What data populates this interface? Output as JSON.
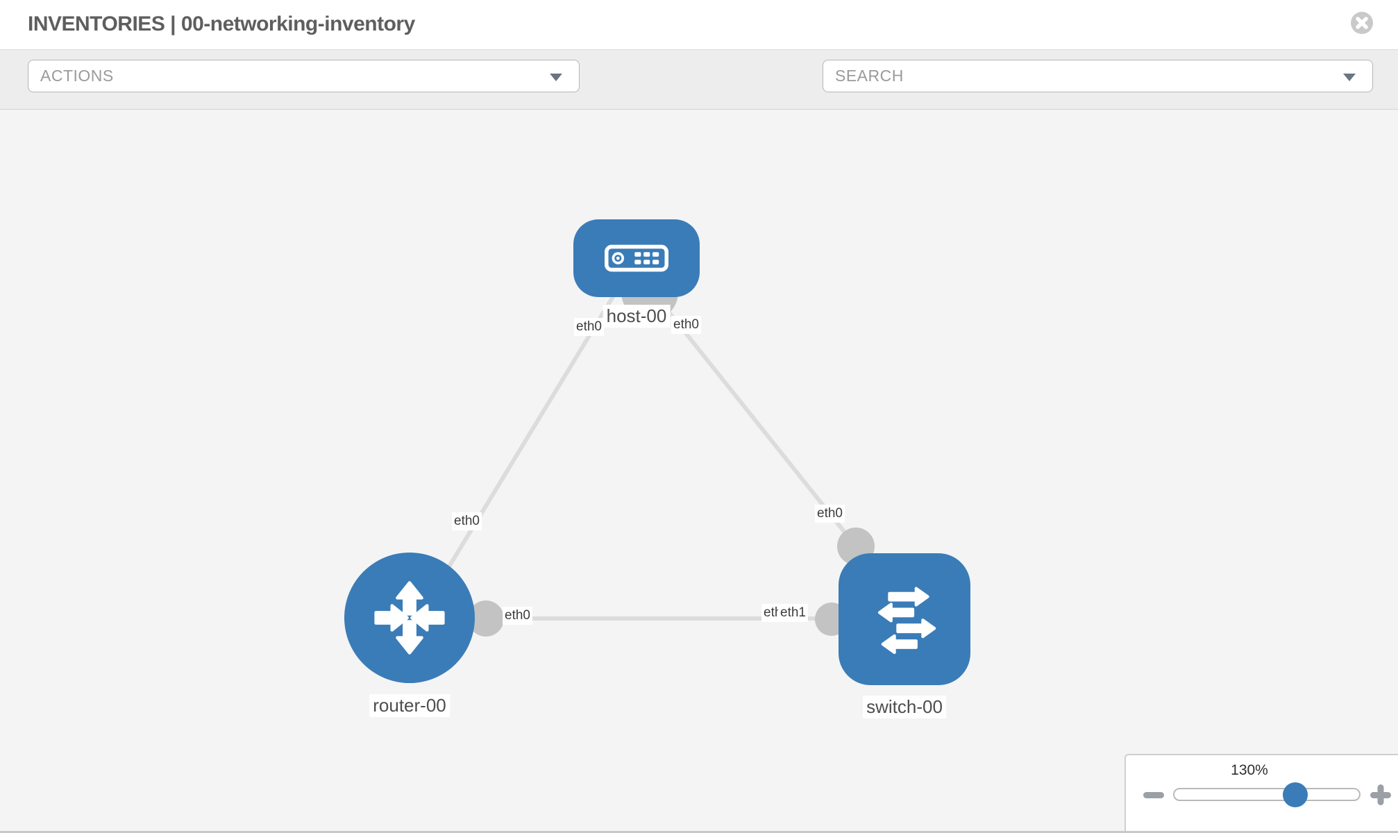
{
  "header": {
    "title": "INVENTORIES | 00-networking-inventory"
  },
  "toolbar": {
    "actions_placeholder": "ACTIONS",
    "search_placeholder": "SEARCH",
    "icons": [
      "wrench-icon",
      "key-icon"
    ]
  },
  "topology": {
    "nodes": [
      {
        "id": "host-00",
        "label": "host-00",
        "type": "host",
        "shape": "rounded-rect",
        "icon": "server-icon"
      },
      {
        "id": "router-00",
        "label": "router-00",
        "type": "router",
        "shape": "circle",
        "icon": "router-arrows-icon"
      },
      {
        "id": "switch-00",
        "label": "switch-00",
        "type": "switch",
        "shape": "rounded-square",
        "icon": "switch-arrows-icon"
      }
    ],
    "links": [
      {
        "source": "host-00",
        "target": "router-00",
        "source_interface": "eth0",
        "target_interface": "eth0"
      },
      {
        "source": "host-00",
        "target": "switch-00",
        "source_interface": "eth0",
        "target_interface": "eth0"
      },
      {
        "source": "router-00",
        "target": "switch-00",
        "source_interface": "eth0",
        "target_interface": "eth1"
      }
    ],
    "interface_badges": [
      "eth0",
      "eth0",
      "eth0",
      "eth0",
      "eth0",
      "eth0",
      "eth1"
    ]
  },
  "zoom_control": {
    "level": "130%",
    "minus_icon": "minus",
    "plus_icon": "plus"
  },
  "colors": {
    "node_blue": "#3a7cb8",
    "link_gray": "#dcdcdc",
    "connector_gray": "#c3c3c3",
    "canvas_bg": "#f4f4f4",
    "toolbar_bg": "#ededed",
    "icon_gray": "#8a909a",
    "close_gray": "#c9c9c9"
  }
}
